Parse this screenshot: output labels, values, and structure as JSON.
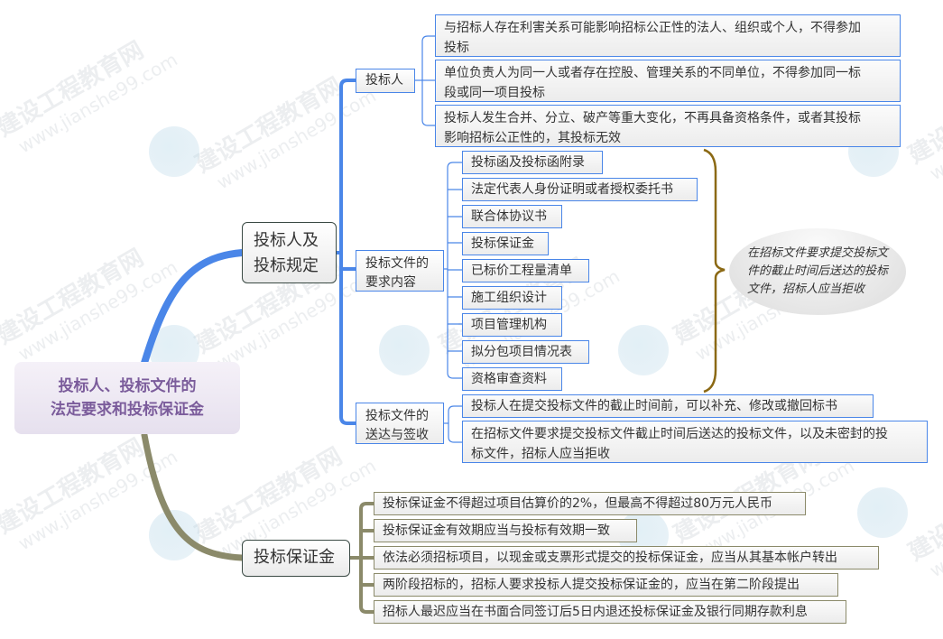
{
  "watermark": {
    "line1": "建设工程教育网",
    "line2": "www.jianshe99.com"
  },
  "root": {
    "line1": "投标人、投标文件的",
    "line2": "法定要求和投标保证金"
  },
  "branches": {
    "bidder_rules": {
      "label_line1": "投标人及",
      "label_line2": "投标规定",
      "color": "#4a86e8",
      "groups": {
        "bidder": {
          "label": "投标人",
          "items": [
            {
              "line1": "与招标人存在利害关系可能影响招标公正性的法人、组织或个人，不得参加",
              "line2": "投标"
            },
            {
              "line1": "单位负责人为同一人或者存在控股、管理关系的不同单位，不得参加同一标",
              "line2": "段或同一项目投标"
            },
            {
              "line1": "投标人发生合并、分立、破产等重大变化，不再具备资格条件，或者其投标",
              "line2": "影响招标公正性的，其投标无效"
            }
          ]
        },
        "doc_contents": {
          "label_line1": "投标文件的",
          "label_line2": "要求内容",
          "items": [
            "投标函及投标函附录",
            "法定代表人身份证明或者授权委托书",
            "联合体协议书",
            "投标保证金",
            "已标价工程量清单",
            "施工组织设计",
            "项目管理机构",
            "拟分包项目情况表",
            "资格审查资料"
          ],
          "callout": "在招标文件要求提交投标文件的截止时间后送达的投标文件，招标人应当拒收"
        },
        "delivery": {
          "label_line1": "投标文件的",
          "label_line2": "送达与签收",
          "items": [
            {
              "line1": "投标人在提交投标文件的截止时间前，可以补充、修改或撤回标书"
            },
            {
              "line1": "在招标文件要求提交投标文件截止时间后送达的投标文件，以及未密封的投",
              "line2": "标文件，招标人应当拒收"
            }
          ]
        }
      }
    },
    "bid_bond": {
      "label": "投标保证金",
      "color": "#8b8a6a",
      "items": [
        "投标保证金不得超过项目估算价的2%，但最高不得超过80万元人民币",
        "投标保证金有效期应当与投标有效期一致",
        "依法必须招标项目，以现金或支票形式提交的投标保证金，应当从其基本帐户转出",
        "两阶段招标的，招标人要求投标人提交投标保证金的，应当在第二阶段提出",
        "招标人最迟应当在书面合同签订后5日内退还投标保证金及银行同期存款利息"
      ]
    }
  },
  "colors": {
    "blue_branch": "#4a86e8",
    "olive_branch": "#8b8a6a",
    "brace": "#8b6914",
    "root_text": "#7b5c9b"
  }
}
